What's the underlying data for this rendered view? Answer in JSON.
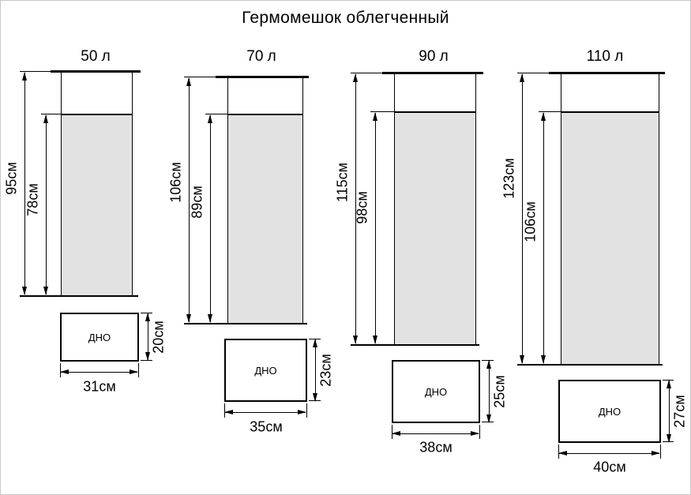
{
  "title": "Гермомешок облегченный",
  "colors": {
    "line": "#000000",
    "body_fill": "#e2e2e2"
  },
  "bags": [
    {
      "volume": "50 л",
      "total_height": "95см",
      "body_height": "78см",
      "bottom_label": "ДНО",
      "bottom_width": "31см",
      "bottom_depth": "20см"
    },
    {
      "volume": "70 л",
      "total_height": "106см",
      "body_height": "89см",
      "bottom_label": "ДНО",
      "bottom_width": "35см",
      "bottom_depth": "23см"
    },
    {
      "volume": "90 л",
      "total_height": "115см",
      "body_height": "98см",
      "bottom_label": "ДНО",
      "bottom_width": "38см",
      "bottom_depth": "25см"
    },
    {
      "volume": "110 л",
      "total_height": "123см",
      "body_height": "106см",
      "bottom_label": "ДНО",
      "bottom_width": "40см",
      "bottom_depth": "27см"
    }
  ]
}
